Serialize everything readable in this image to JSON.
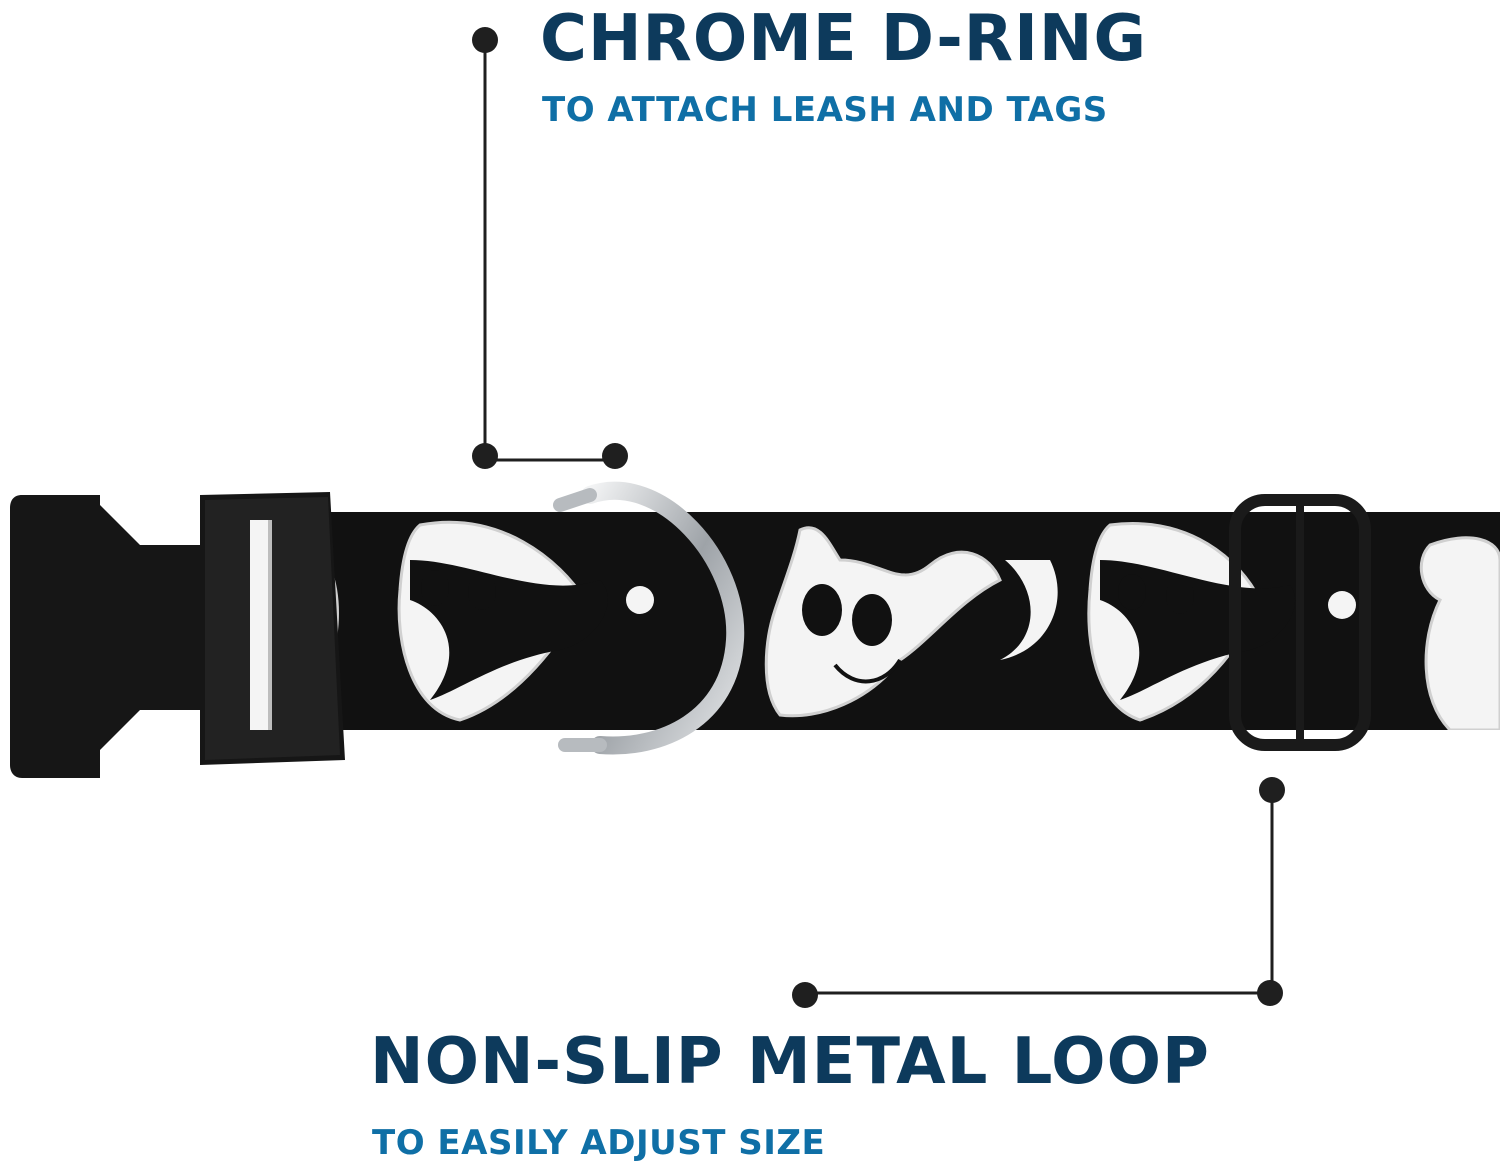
{
  "colors": {
    "title": "#0d3a5c",
    "subtitle": "#0f6fa6",
    "callout_line": "#1f1f1f",
    "strap": "#111111",
    "ghost": "#f4f4f4",
    "buckle": "#161616",
    "chrome": "#c9ccd0"
  },
  "callouts": {
    "d_ring": {
      "title": "CHROME D-RING",
      "subtitle": "TO ATTACH LEASH AND TAGS"
    },
    "loop": {
      "title": "NON-SLIP METAL LOOP",
      "subtitle": "TO EASILY ADJUST SIZE"
    }
  },
  "product": {
    "icons": [
      "buckle-icon",
      "d-ring-icon",
      "slide-loop-icon",
      "ghost-pattern"
    ]
  }
}
